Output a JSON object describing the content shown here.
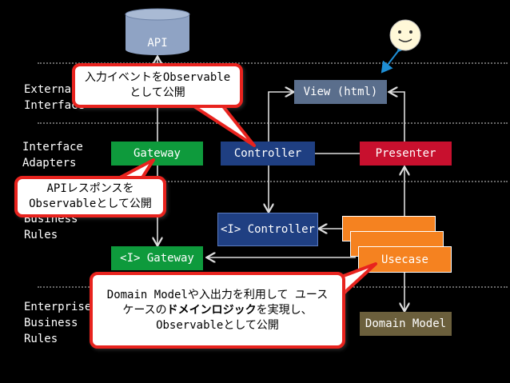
{
  "layers": {
    "external": "External\nInterface",
    "adapters": "Interface\nAdapters",
    "business": "Business\nRules",
    "enterprise": "Enterprise\nBusiness\nRules"
  },
  "nodes": {
    "api": "API",
    "view": "View (html)",
    "gateway": "Gateway",
    "controller": "Controller",
    "presenter": "Presenter",
    "i_controller": "<I> Controller",
    "i_gateway": "<I> Gateway",
    "usecase": "Usecase",
    "domain_model": "Domain Model"
  },
  "callouts": {
    "input_line1": "入力イベントをObservable",
    "input_line2": "として公開",
    "api_line1": "APIレスポンスを",
    "api_line2": "Observableとして公開",
    "domain_line1": "Domain Modelや入出力を利用して ユース",
    "domain_line2_a": "ケースの",
    "domain_line2_b": "ドメインロジック",
    "domain_line2_c": "を実現し、",
    "domain_line3": "Observableとして公開"
  },
  "colors": {
    "green": "#0e9a3c",
    "blue_box": "#1f3f82",
    "red_box": "#c8102e",
    "orange": "#f58220",
    "view_box": "#5a6e8c",
    "domain_box": "#6b5f3c",
    "api_cylinder": "#8fa3c4",
    "callout_border": "#e8231e",
    "smiley_arrow": "#1e8fd6"
  },
  "icons": {
    "user": "smiley-face-icon"
  }
}
